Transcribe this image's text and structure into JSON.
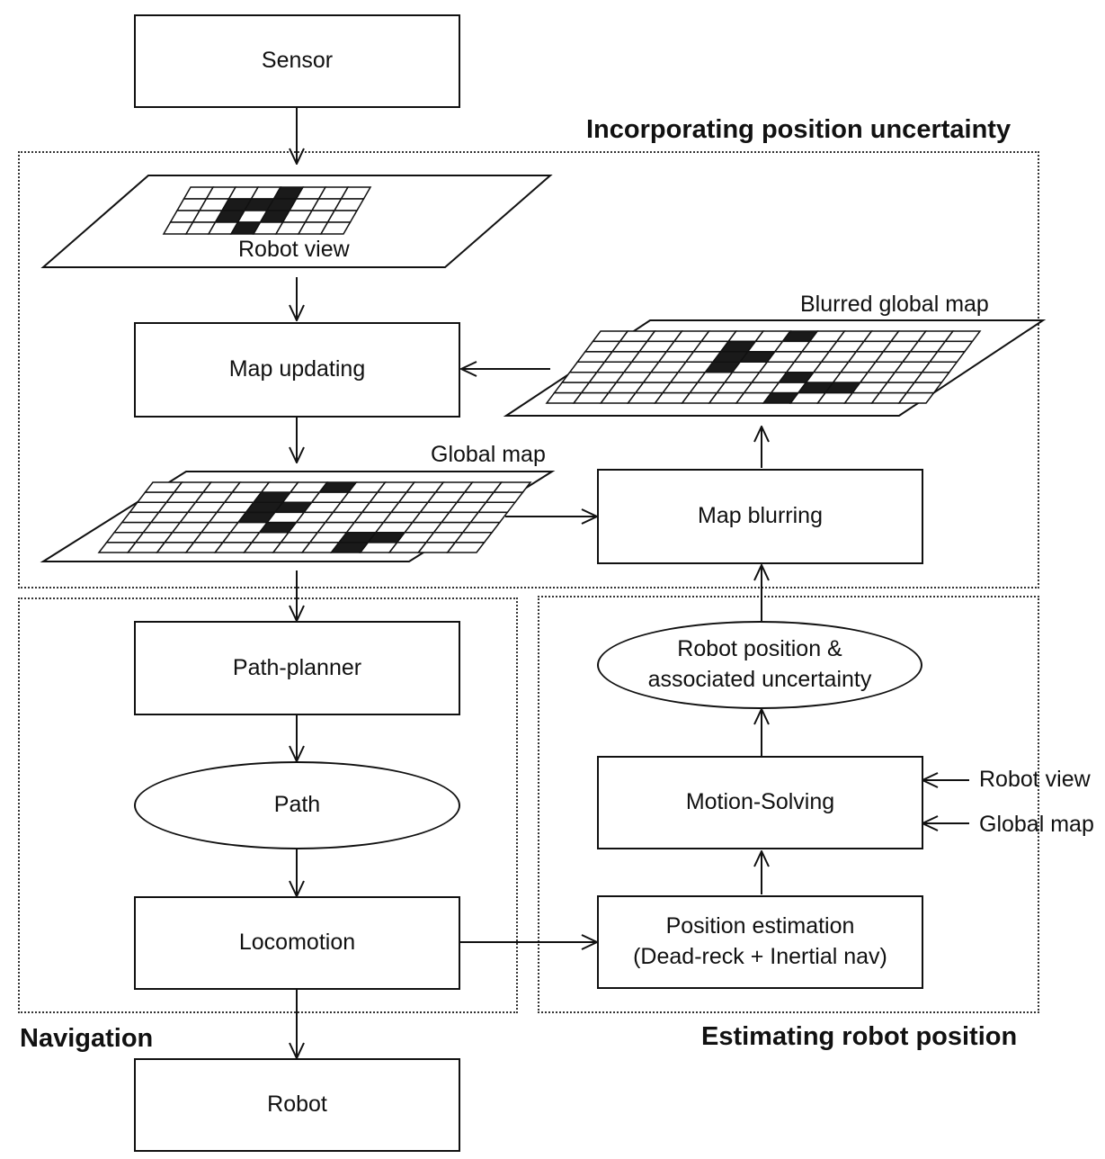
{
  "regions": {
    "uncertainty": "Incorporating position uncertainty",
    "navigation": "Navigation",
    "estimating": "Estimating robot position"
  },
  "nodes": {
    "sensor": "Sensor",
    "map_updating": "Map updating",
    "map_blurring": "Map blurring",
    "path_planner": "Path-planner",
    "path": "Path",
    "locomotion": "Locomotion",
    "robot": "Robot",
    "robot_position_line1": "Robot position &",
    "robot_position_line2": "associated uncertainty",
    "motion_solving": "Motion-Solving",
    "position_estimation_line1": "Position estimation",
    "position_estimation_line2": "(Dead-reck + Inertial nav)"
  },
  "maps": {
    "robot_view": "Robot view",
    "global_map": "Global map",
    "blurred_global_map": "Blurred global map"
  },
  "inputs": {
    "robot_view": "Robot view",
    "global_map": "Global map"
  }
}
